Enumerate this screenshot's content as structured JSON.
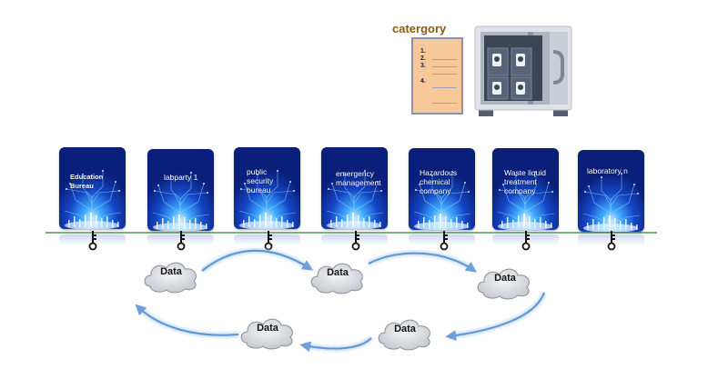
{
  "category": {
    "title": "catergory",
    "items": [
      "1.",
      "2.",
      "3.",
      "4."
    ]
  },
  "nodes": [
    {
      "label": "Education Bureau"
    },
    {
      "label": "labparty 1"
    },
    {
      "label": "public security bureau"
    },
    {
      "label": "emergency management"
    },
    {
      "label": "Hazardous chemical company"
    },
    {
      "label": "Waste liquid treatment company"
    },
    {
      "label": "laboratory n"
    }
  ],
  "clouds": [
    {
      "label": "Data"
    },
    {
      "label": "Data"
    },
    {
      "label": "Data"
    },
    {
      "label": "Data"
    },
    {
      "label": "Data"
    }
  ],
  "icons": {
    "document": "document-list-icon",
    "safe": "safe-vault-icon",
    "key": "key-icon",
    "cloud": "cloud-icon"
  },
  "colors": {
    "category_title": "#8a5a12",
    "node_bg": "#0d2b8f",
    "arrow": "#6fa0d8",
    "ground": "#7cb07c"
  }
}
